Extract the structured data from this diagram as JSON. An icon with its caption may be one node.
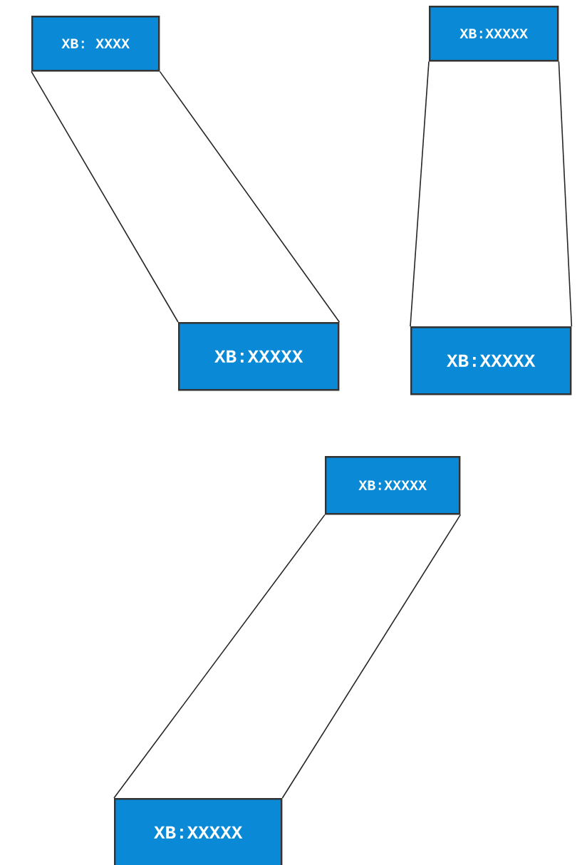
{
  "diagram": {
    "nodes": [
      {
        "text": [
          "XB: XXXX"
        ]
      },
      {
        "text": [
          "XB:XXXXX"
        ]
      },
      {
        "text": [
          "XB:XXXXX"
        ]
      },
      {
        "text": [
          "XB:XXXXX"
        ]
      },
      {
        "text": [
          "XB:XXXXX"
        ]
      },
      {
        "text": [
          "XB:XXXXX"
        ]
      }
    ],
    "edges": [
      {
        "from": 0,
        "to": 1,
        "arrow": "none"
      },
      {
        "from": 0,
        "to": 1,
        "arrow": "none"
      },
      {
        "from": 2,
        "to": 3,
        "arrow": "none"
      },
      {
        "from": 2,
        "to": 3,
        "arrow": "none"
      },
      {
        "from": 4,
        "to": 5,
        "arrow": "none"
      },
      {
        "from": 4,
        "to": 5,
        "arrow": "none"
      }
    ]
  }
}
